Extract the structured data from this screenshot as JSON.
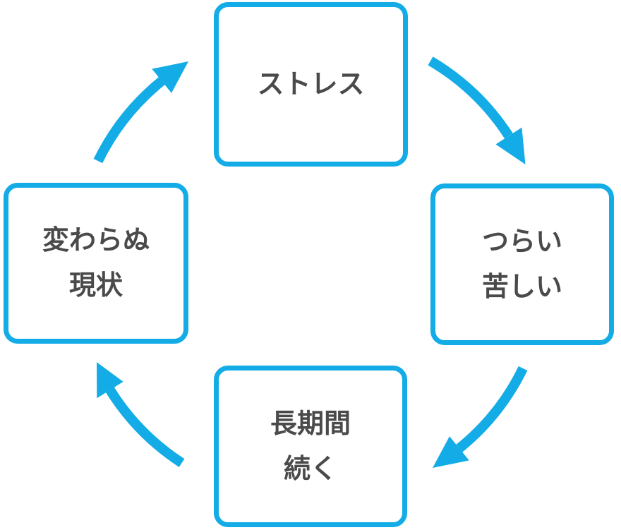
{
  "diagram": {
    "type": "cycle",
    "accent_color": "#14ACE6",
    "text_color": "#4A4A4A",
    "background_color": "#FFFFFF",
    "nodes": [
      {
        "id": "stress",
        "lines": [
          "ストレス"
        ]
      },
      {
        "id": "painful",
        "lines": [
          "つらい",
          "苦しい"
        ]
      },
      {
        "id": "long-lasting",
        "lines": [
          "長期間",
          "続く"
        ]
      },
      {
        "id": "unchanging-status",
        "lines": [
          "変わらぬ",
          "現状"
        ]
      }
    ],
    "arrows": [
      {
        "id": "arrow-top-right",
        "from": "stress",
        "to": "painful"
      },
      {
        "id": "arrow-bottom-right",
        "from": "painful",
        "to": "long-lasting"
      },
      {
        "id": "arrow-bottom-left",
        "from": "long-lasting",
        "to": "unchanging-status"
      },
      {
        "id": "arrow-top-left",
        "from": "unchanging-status",
        "to": "stress"
      }
    ]
  }
}
